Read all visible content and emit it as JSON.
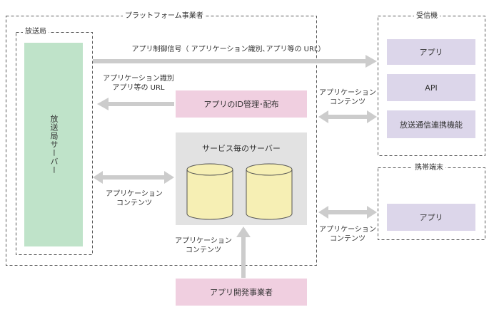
{
  "groups": {
    "platform": "プラットフォーム事業者",
    "broadcaster": "放送局",
    "receiver": "受信機",
    "mobile": "携帯端末"
  },
  "boxes": {
    "broadcast_server": "放送局サーバー",
    "app_id_mgmt": "アプリのID管理･配布",
    "service_servers": "サービス毎のサーバー",
    "receiver_app": "アプリ",
    "receiver_api": "API",
    "receiver_linkage": "放送通信連携機能",
    "mobile_app": "アプリ",
    "developer": "アプリ開発事業者"
  },
  "labels": {
    "top_arrow": "アプリ制御信号（ アプリケーション識別､アプリ等の URL）",
    "id_arrow_line1": "アプリケーション識別",
    "id_arrow_line2": "アプリ等の URL",
    "content_right_top_line1": "アプリケーション",
    "content_right_top_line2": "コンテンツ",
    "content_left_line1": "アプリケーション",
    "content_left_line2": "コンテンツ",
    "content_right_bottom_line1": "アプリケーション",
    "content_right_bottom_line2": "コンテンツ",
    "content_bottom_line1": "アプリケーション",
    "content_bottom_line2": "コンテンツ"
  },
  "colors": {
    "pink": "#f0cfe0",
    "lavender": "#dcd6ea",
    "green": "#bfe3c9",
    "grey_panel": "#e2e2e2",
    "cylinder": "#f6efb4",
    "arrow": "#cccccc"
  }
}
